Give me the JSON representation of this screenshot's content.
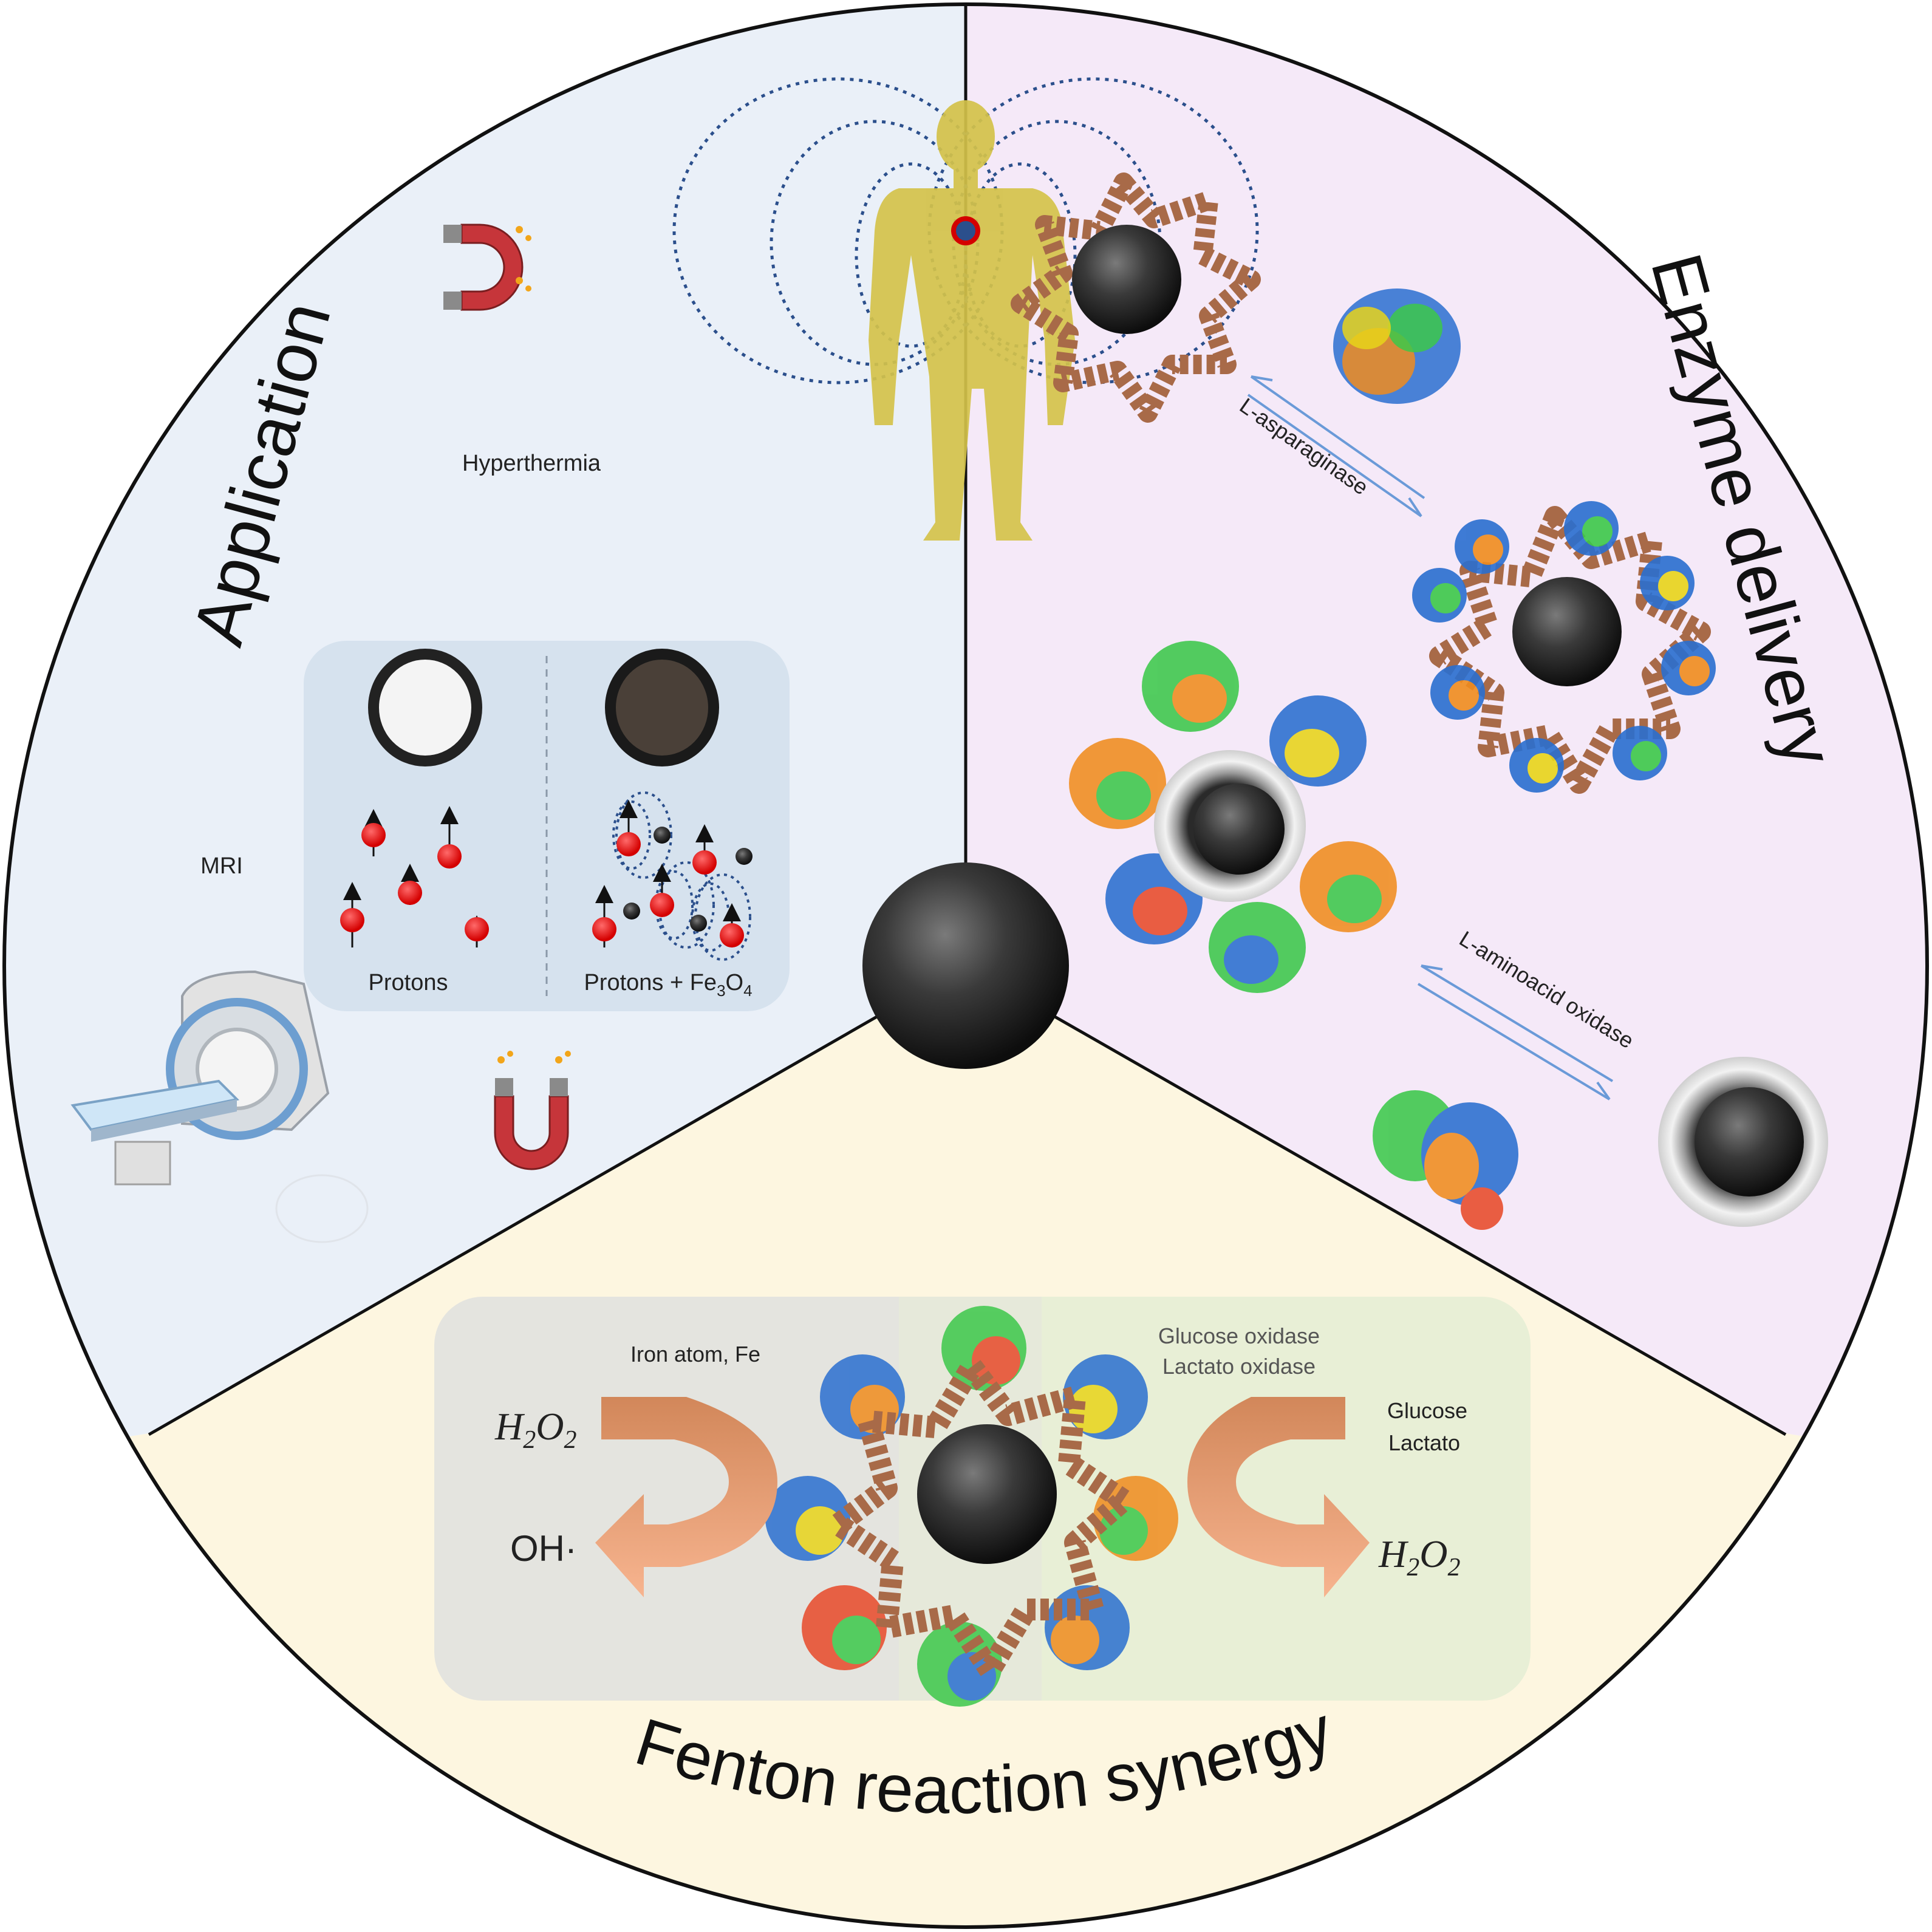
{
  "sections": {
    "application": {
      "title": "Application",
      "hyperthermia_label": "Hyperthermia",
      "mri_label": "MRI",
      "protons_label": "Protons",
      "protons_fe_label_prefix": "Protons + Fe",
      "protons_fe_sub1": "3",
      "protons_fe_mid": "O",
      "protons_fe_sub2": "4"
    },
    "enzyme_delivery": {
      "title": "Enzyme delivery",
      "enzyme1_label": "L-asparaginase",
      "enzyme2_label": "L-aminoacid oxidase"
    },
    "fenton": {
      "title": "Fenton reaction synergy",
      "iron_label": "Iron atom, Fe",
      "oxidase1": "Glucose oxidase",
      "oxidase2": "Lactato oxidase",
      "substrate1": "Glucose",
      "substrate2": "Lactato",
      "left_in": "H",
      "left_out": "OH·",
      "right_out": "H"
    }
  },
  "colors": {
    "application_bg": "#eaf0f8",
    "enzyme_bg": "#f5e9f8",
    "fenton_bg": "#fdf6e0",
    "body_silhouette": "#d4c24a",
    "field_lines": "#2b4f8c",
    "shell_brown": "#a86a48",
    "arrow_orange": "#f0a07a"
  }
}
